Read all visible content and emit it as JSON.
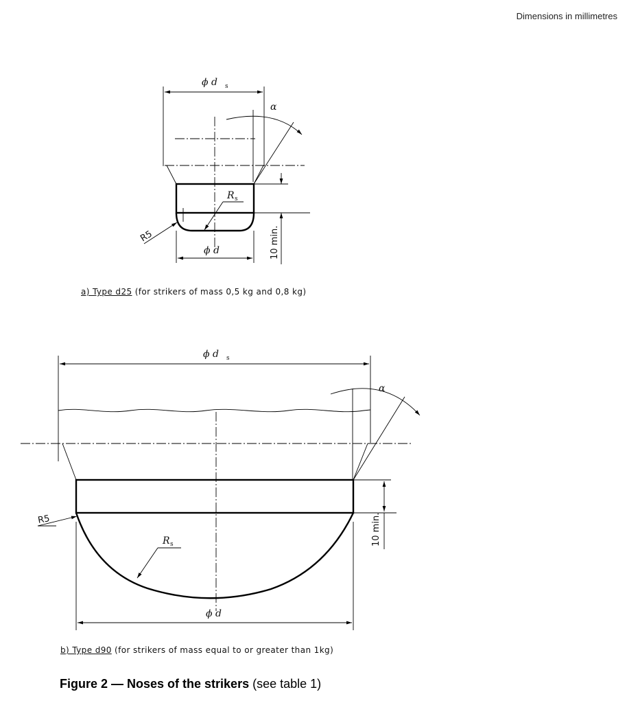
{
  "header": {
    "units_note": "Dimensions in millimetres"
  },
  "figure_a": {
    "dia_ds": "ϕ d",
    "ds_sub": "s",
    "alpha": "α",
    "radius_rs": "R",
    "rs_sub": "s",
    "radius_r5": "R5",
    "dia_d": "ϕ d",
    "min_height": "10 min.",
    "caption_prefix": "a) Type d25",
    "caption_rest": " (for strikers of mass 0,5 kg and 0,8 kg)"
  },
  "figure_b": {
    "dia_ds": "ϕ d",
    "ds_sub": "s",
    "alpha": "α",
    "radius_rs": "R",
    "rs_sub": "s",
    "radius_r5": "R5",
    "dia_d": "ϕ d",
    "min_height": "10 min.",
    "caption_prefix": "b) Type d90",
    "caption_rest": " (for strikers of mass equal to or greater than 1kg)"
  },
  "figure_title": {
    "bold": "Figure 2 — Noses of the strikers",
    "normal": " (see table 1)"
  }
}
